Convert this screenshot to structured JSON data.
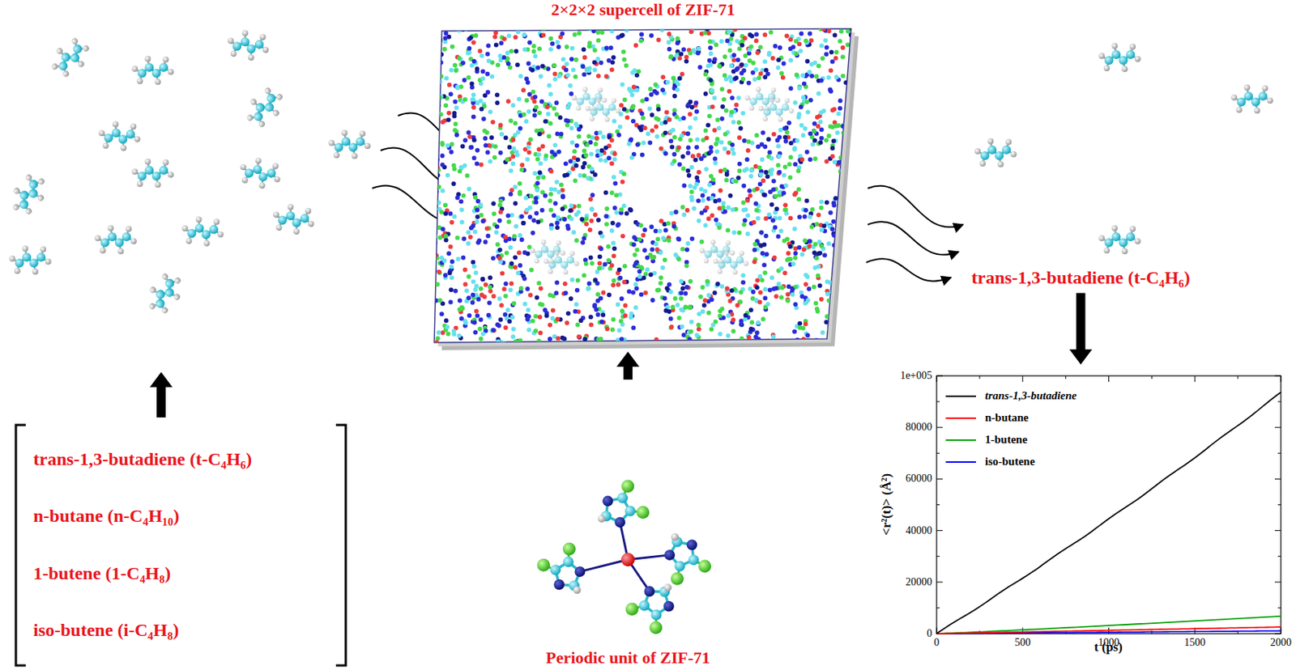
{
  "diagram": {
    "nodes": [
      {
        "text": [
          "trans-1,3-butadiene (t-C₄H₆)",
          "n-butane (n-C₄H₁₀)",
          "1-butene (1-C₄H₈)",
          "iso-butene (i-C₄H₈)"
        ]
      },
      {
        "text": [
          "2×2×2 supercell of ZIF-71"
        ]
      },
      {
        "text": [
          "Periodic unit of ZIF-71"
        ]
      },
      {
        "text": [
          "trans-1,3-butadiene (t-C₄H₆)"
        ]
      },
      {
        "text": [
          "<r²(t)> (Å²)",
          "t (ps)"
        ]
      }
    ],
    "edges": [
      {
        "from": 2,
        "to": 1,
        "arrow": "to"
      },
      {
        "from": 3,
        "to": 4,
        "arrow": "to"
      }
    ],
    "labels": [
      "1e+005",
      "80000",
      "60000",
      "40000",
      "20000",
      "0",
      "0",
      "500",
      "1000",
      "1500",
      "2000"
    ],
    "legend": [
      {
        "text": "trans-1,3-butadiene"
      },
      {
        "text": "n-butane"
      },
      {
        "text": "1-butene"
      },
      {
        "text": "iso-butene"
      }
    ]
  }
}
